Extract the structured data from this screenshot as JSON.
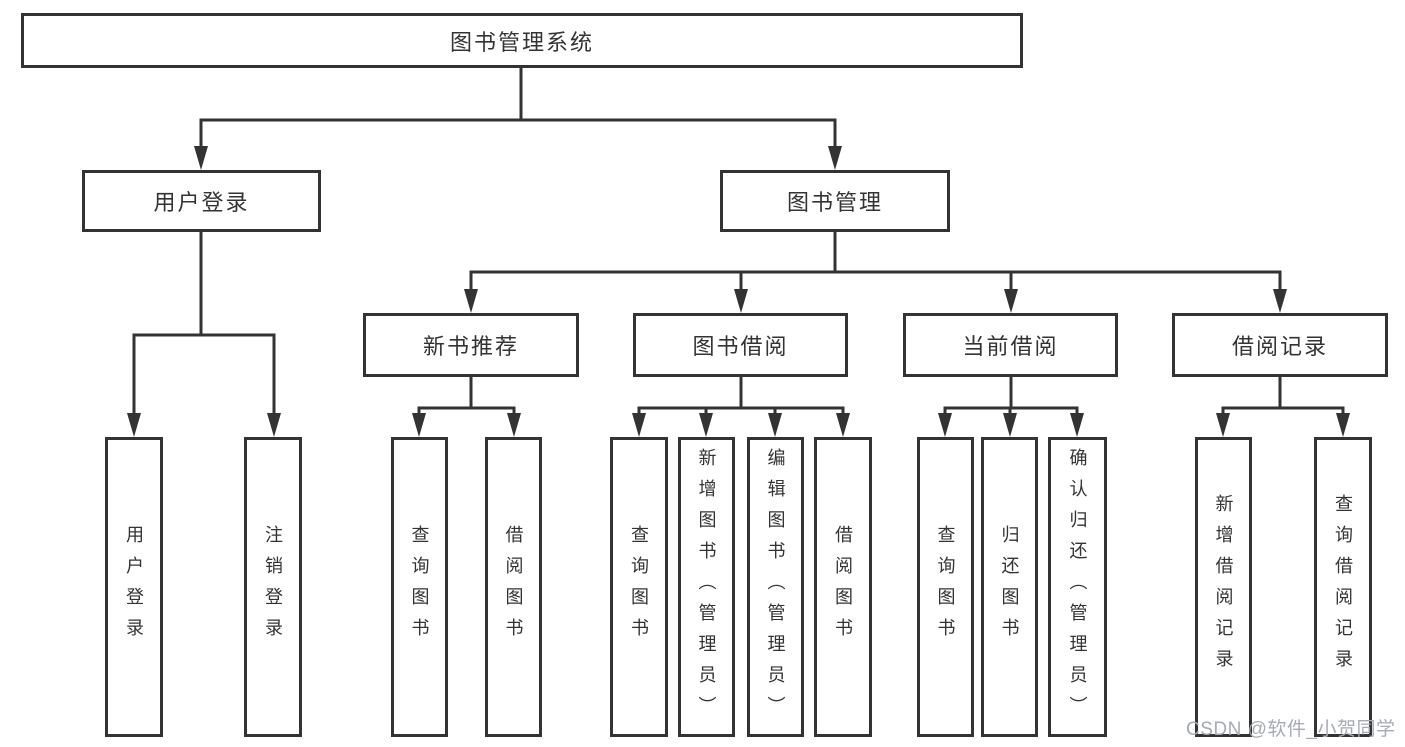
{
  "diagram_type": "hierarchy-tree",
  "root": {
    "label": "图书管理系统"
  },
  "branches": {
    "user_login": {
      "label": "用户登录",
      "children": [
        {
          "label": "用户登录"
        },
        {
          "label": "注销登录"
        }
      ]
    },
    "book_management": {
      "label": "图书管理",
      "groups": [
        {
          "label": "新书推荐",
          "children": [
            {
              "label": "查询图书"
            },
            {
              "label": "借阅图书"
            }
          ]
        },
        {
          "label": "图书借阅",
          "children": [
            {
              "label": "查询图书"
            },
            {
              "label": "新增图书（管理员）"
            },
            {
              "label": "编辑图书（管理员）"
            },
            {
              "label": "借阅图书"
            }
          ]
        },
        {
          "label": "当前借阅",
          "children": [
            {
              "label": "查询图书"
            },
            {
              "label": "归还图书"
            },
            {
              "label": "确认归还（管理员）"
            }
          ]
        },
        {
          "label": "借阅记录",
          "children": [
            {
              "label": "新增借阅记录"
            },
            {
              "label": "查询借阅记录"
            }
          ]
        }
      ]
    }
  },
  "watermark": {
    "text": "CSDN @软件_小贺同学"
  },
  "colors": {
    "line": "#333333",
    "text": "#333333",
    "box_fill": "#ffffff",
    "watermark": "#a6abb3",
    "background": "#ffffff"
  }
}
